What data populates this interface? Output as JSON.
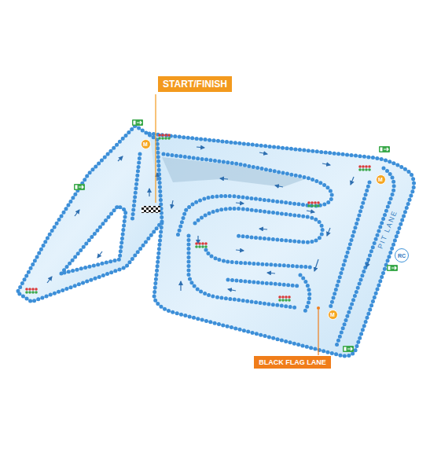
{
  "diagram": {
    "nodes": [
      {
        "text": [
          "START/FINISH"
        ]
      },
      {
        "text": [
          "M"
        ]
      },
      {
        "text": [
          "M"
        ]
      },
      {
        "text": [
          "RC"
        ]
      },
      {
        "text": [
          "M"
        ]
      },
      {
        "text": [
          "BLACK FLAG LANE"
        ]
      }
    ],
    "labels": [
      "PIT LANE"
    ]
  }
}
